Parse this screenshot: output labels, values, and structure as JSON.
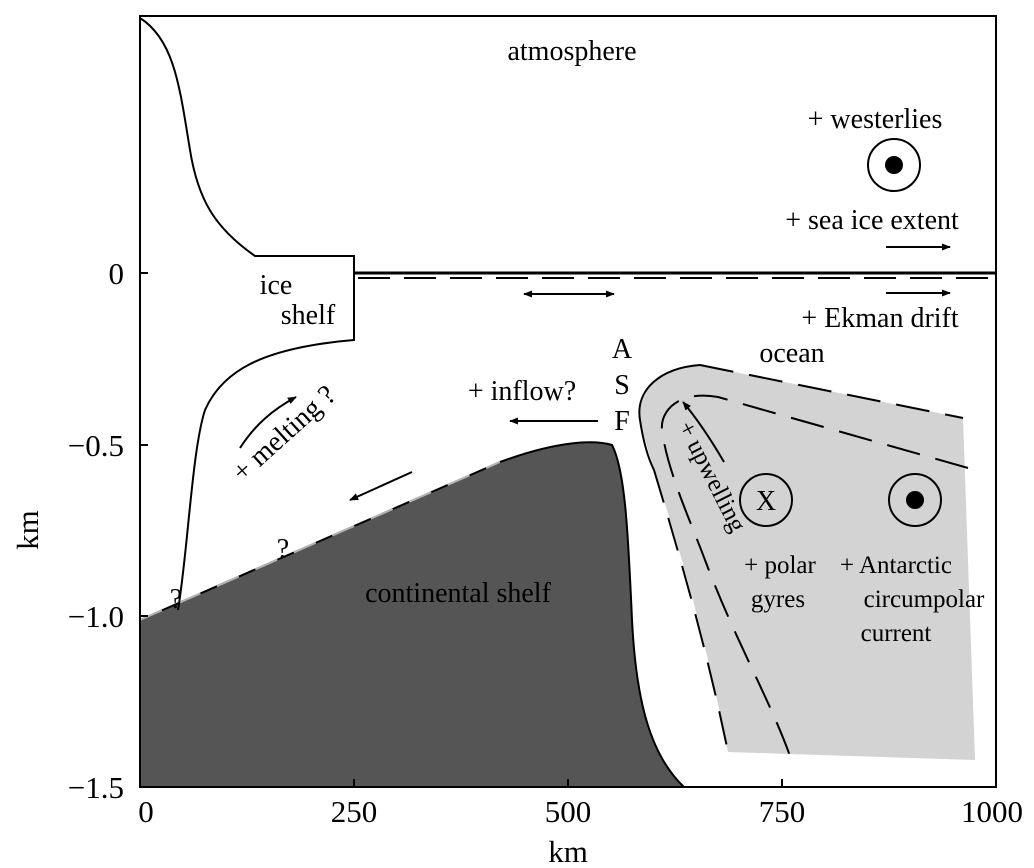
{
  "axes": {
    "x_ticks": [
      "0",
      "250",
      "500",
      "750",
      "1000"
    ],
    "y_ticks": [
      "0",
      "−0.5",
      "−1.0",
      "−1.5"
    ],
    "x_label": "km",
    "y_label": "km"
  },
  "regions": {
    "atmosphere": "atmosphere",
    "ocean": "ocean",
    "ice_shelf_line1": "ice",
    "ice_shelf_line2": "shelf",
    "continental_shelf": "continental shelf"
  },
  "annotations": {
    "westerlies": "+ westerlies",
    "sea_ice_extent": "+ sea ice extent",
    "ekman_drift": "+ Ekman drift",
    "inflow": "+ inflow?",
    "melting": "+ melting ?",
    "upwelling": "+ upwelling",
    "asf_a": "A",
    "asf_s": "S",
    "asf_f": "F",
    "question_mark": "?",
    "x_symbol": "X",
    "polar_gyres_line1": "+ polar",
    "polar_gyres_line2": "gyres",
    "acc_line1": "+ Antarctic",
    "acc_line2": "circumpolar",
    "acc_line3": "current"
  },
  "colors": {
    "continental_shelf": "#555555",
    "ocean_current_band": "#d3d3d3",
    "lines": "#000000"
  }
}
